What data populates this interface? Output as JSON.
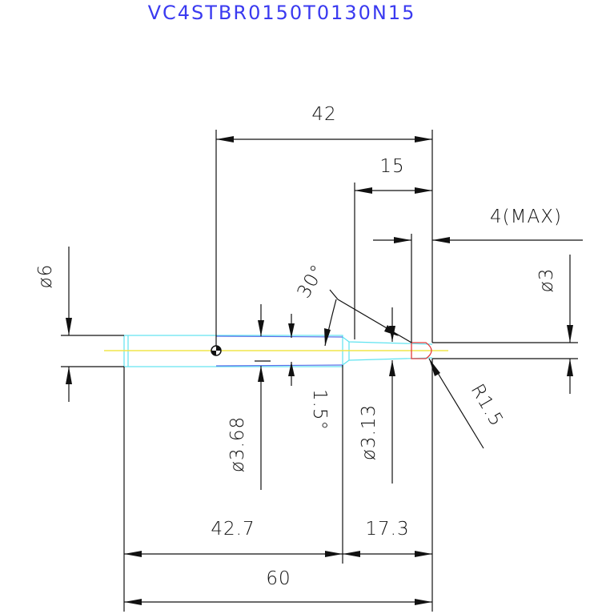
{
  "title": "VC4STBR0150T0130N15",
  "colors": {
    "title": "#3a3af0",
    "dimension": "#111111",
    "tool_outline": "#5fe3f0",
    "centerline": "#f0e64a",
    "tip": "#e33a3a"
  },
  "dimensions": {
    "overall_length": "60",
    "shank_length": "42.7",
    "neck_section": "17.3",
    "reach": "42",
    "flute_length": "15",
    "max_depth": "4(MAX)",
    "shank_diameter": "ø6",
    "tip_diameter": "ø3",
    "neck_diameter_1": "ø3.68",
    "neck_diameter_2": "ø3.13",
    "taper_angle": "30°",
    "small_angle": "1.5°",
    "radius": "R1.5"
  }
}
